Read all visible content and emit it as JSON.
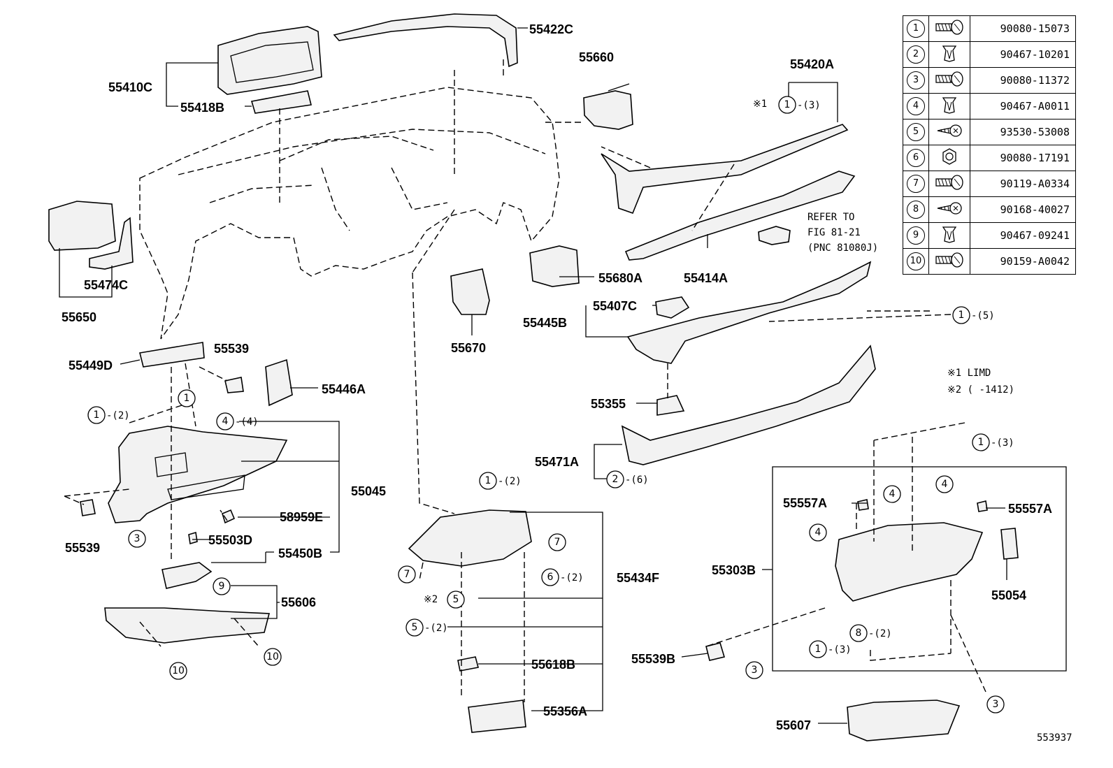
{
  "parts": {
    "p55422C": "55422C",
    "p55410C": "55410C",
    "p55418B": "55418B",
    "p55660": "55660",
    "p55420A": "55420A",
    "p55474C": "55474C",
    "p55650": "55650",
    "p55680A": "55680A",
    "p55414A": "55414A",
    "p55407C": "55407C",
    "p55445B": "55445B",
    "p55670": "55670",
    "p55449D": "55449D",
    "p55539a": "55539",
    "p55446A": "55446A",
    "p55355": "55355",
    "p55045": "55045",
    "p58959E": "58959E",
    "p55539b": "55539",
    "p55503D": "55503D",
    "p55450B": "55450B",
    "p55471A": "55471A",
    "p55434F": "55434F",
    "p55606": "55606",
    "p55618B": "55618B",
    "p55356A": "55356A",
    "p55557Aa": "55557A",
    "p55557Ab": "55557A",
    "p55303B": "55303B",
    "p55054": "55054",
    "p55539B": "55539B",
    "p55607": "55607"
  },
  "callouts": {
    "q1_3": "-(3)",
    "q1_5": "-(5)",
    "q1_2": "-(2)",
    "q4_4": "-(4)",
    "q1_2b": "-(2)",
    "q6_2": "-(2)",
    "q5_2": "-(2)",
    "q2_6": "-(6)",
    "q1_3b": "-(3)",
    "q8_2": "-(2)",
    "q1_3c": "-(3)"
  },
  "refer": {
    "line1": "REFER TO",
    "line2": "FIG 81-21",
    "line3": "(PNC 81080J)"
  },
  "notes": {
    "n1": "※1 LIMD",
    "n2": "※2 (     -1412)",
    "m1": "※1",
    "m2": "※2"
  },
  "figure_number": "553937",
  "legend": [
    {
      "n": "1",
      "part": "90080-15073",
      "icon": "bolt-icon"
    },
    {
      "n": "2",
      "part": "90467-10201",
      "icon": "clip-icon"
    },
    {
      "n": "3",
      "part": "90080-11372",
      "icon": "bolt-icon"
    },
    {
      "n": "4",
      "part": "90467-A0011",
      "icon": "clip-icon"
    },
    {
      "n": "5",
      "part": "93530-53008",
      "icon": "screw-icon"
    },
    {
      "n": "6",
      "part": "90080-17191",
      "icon": "nut-icon"
    },
    {
      "n": "7",
      "part": "90119-A0334",
      "icon": "bolt-icon"
    },
    {
      "n": "8",
      "part": "90168-40027",
      "icon": "screw-icon"
    },
    {
      "n": "9",
      "part": "90467-09241",
      "icon": "clip-icon"
    },
    {
      "n": "10",
      "part": "90159-A0042",
      "icon": "bolt-icon"
    }
  ]
}
